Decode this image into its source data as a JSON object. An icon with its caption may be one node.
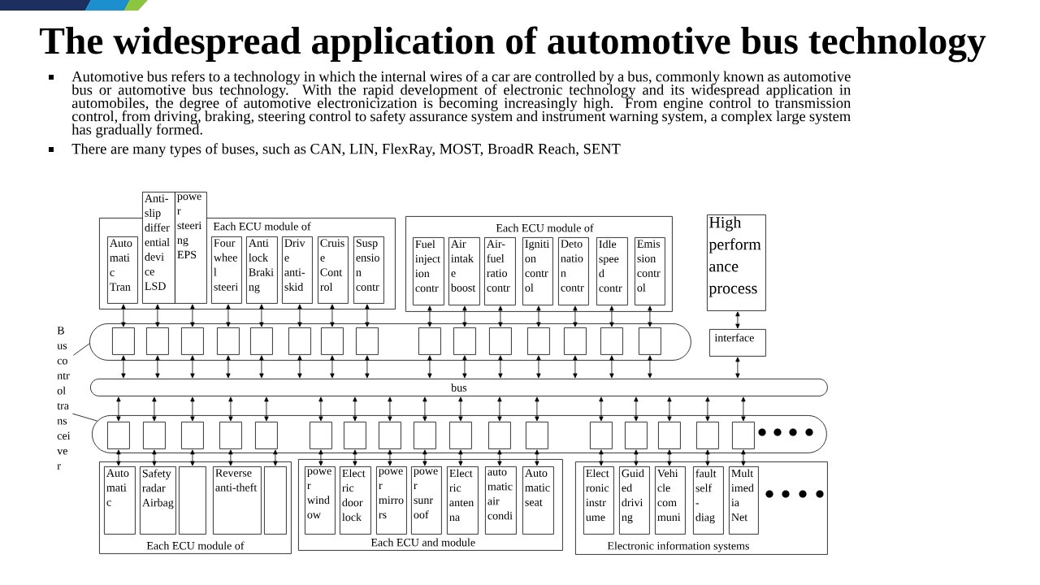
{
  "diagram": {
    "title": "The widespread application of automotive bus technology",
    "nodes": [
      {
        "text": [
          "Each ECU module of"
        ]
      },
      {
        "text": [
          "Auto mati c Tran"
        ],
        "in": 0
      },
      {
        "text": [
          "Anti- slip differ ential devi ce LSD"
        ]
      },
      {
        "text": [
          "powe r steeri ng EPS"
        ]
      },
      {
        "text": [
          "Four whee l steeri"
        ],
        "in": 0
      },
      {
        "text": [
          "Anti lock Braki ng"
        ],
        "in": 0
      },
      {
        "text": [
          "Driv e anti- skid"
        ],
        "in": 0
      },
      {
        "text": [
          "Cruis e Cont rol"
        ],
        "in": 0
      },
      {
        "text": [
          "Susp ensio n contr"
        ],
        "in": 0
      },
      {
        "text": [
          "Each ECU module of"
        ]
      },
      {
        "text": [
          "Fuel inject ion contr"
        ],
        "in": 9
      },
      {
        "text": [
          "Air intak e boost"
        ],
        "in": 9
      },
      {
        "text": [
          "Air- fuel ratio contr"
        ],
        "in": 9
      },
      {
        "text": [
          "Igniti on contr ol"
        ],
        "in": 9
      },
      {
        "text": [
          "Deto natio n contr"
        ],
        "in": 9
      },
      {
        "text": [
          "Idle spee d contr"
        ],
        "in": 9
      },
      {
        "text": [
          "Emis sion contr ol"
        ],
        "in": 9
      },
      {
        "text": [
          "High perform ance process"
        ]
      },
      {
        "text": [],
        "shape": "band"
      },
      {
        "text": [],
        "shape": "box",
        "in": 18
      },
      {
        "text": [],
        "shape": "box",
        "in": 18
      },
      {
        "text": [],
        "shape": "box",
        "in": 18
      },
      {
        "text": [],
        "shape": "box",
        "in": 18
      },
      {
        "text": [],
        "shape": "box",
        "in": 18
      },
      {
        "text": [],
        "shape": "box",
        "in": 18
      },
      {
        "text": [],
        "shape": "box",
        "in": 18
      },
      {
        "text": [],
        "shape": "box",
        "in": 18
      },
      {
        "text": [],
        "shape": "box",
        "in": 18
      },
      {
        "text": [],
        "shape": "box",
        "in": 18
      },
      {
        "text": [],
        "shape": "box",
        "in": 18
      },
      {
        "text": [],
        "shape": "box",
        "in": 18
      },
      {
        "text": [],
        "shape": "box",
        "in": 18
      },
      {
        "text": [],
        "shape": "box",
        "in": 18
      },
      {
        "text": [],
        "shape": "box",
        "in": 18
      },
      {
        "text": [
          "interface"
        ]
      },
      {
        "text": [
          "bus"
        ]
      },
      {
        "text": [
          "B us co ntr ol tra ns cei ve r"
        ]
      },
      {
        "text": [],
        "shape": "band"
      },
      {
        "text": [],
        "shape": "box",
        "in": 37
      },
      {
        "text": [],
        "shape": "box",
        "in": 37
      },
      {
        "text": [],
        "shape": "box",
        "in": 37
      },
      {
        "text": [],
        "shape": "box",
        "in": 37
      },
      {
        "text": [],
        "shape": "box",
        "in": 37
      },
      {
        "text": [],
        "shape": "box",
        "in": 37
      },
      {
        "text": [],
        "shape": "box",
        "in": 37
      },
      {
        "text": [],
        "shape": "box",
        "in": 37
      },
      {
        "text": [],
        "shape": "box",
        "in": 37
      },
      {
        "text": [],
        "shape": "box",
        "in": 37
      },
      {
        "text": [],
        "shape": "box",
        "in": 37
      },
      {
        "text": [],
        "shape": "box",
        "in": 37
      },
      {
        "text": [],
        "shape": "box",
        "in": 37
      },
      {
        "text": [],
        "shape": "box",
        "in": 37
      },
      {
        "text": [],
        "shape": "box",
        "in": 37
      },
      {
        "text": [],
        "shape": "box",
        "in": 37
      },
      {
        "text": [],
        "shape": "box",
        "in": 37
      },
      {
        "text": [
          "Each ECU module of"
        ]
      },
      {
        "text": [
          "Auto mati c"
        ],
        "in": 55
      },
      {
        "text": [
          "Safety radar Airbag"
        ],
        "in": 55
      },
      {
        "text": [],
        "shape": "box",
        "in": 55
      },
      {
        "text": [
          "Reverse anti-theft"
        ],
        "in": 55
      },
      {
        "text": [],
        "shape": "box",
        "in": 55
      },
      {
        "text": [
          "Each ECU and module"
        ]
      },
      {
        "text": [
          "powe r wind ow"
        ],
        "in": 61
      },
      {
        "text": [
          "Elect ric door lock"
        ],
        "in": 61
      },
      {
        "text": [
          "powe r mirro rs"
        ],
        "in": 61
      },
      {
        "text": [
          "powe r sunr oof"
        ],
        "in": 61
      },
      {
        "text": [
          "Elect ric anten na"
        ],
        "in": 61
      },
      {
        "text": [
          "auto matic air condi"
        ],
        "in": 61
      },
      {
        "text": [
          "Auto matic seat"
        ],
        "in": 61
      },
      {
        "text": [
          "Electronic information systems"
        ]
      },
      {
        "text": [
          "Elect ronic instr ume"
        ],
        "in": 69
      },
      {
        "text": [
          "Guid ed drivi ng"
        ],
        "in": 69
      },
      {
        "text": [
          "Vehi cle com muni"
        ],
        "in": 69
      },
      {
        "text": [
          "fault self - diag"
        ],
        "in": 69
      },
      {
        "text": [
          "Mult imed ia Net"
        ],
        "in": 69
      }
    ],
    "edges": [
      {
        "from": 1,
        "to": 19,
        "arrow": "both"
      },
      {
        "from": 2,
        "to": 20,
        "arrow": "both"
      },
      {
        "from": 3,
        "to": 21,
        "arrow": "both"
      },
      {
        "from": 4,
        "to": 22,
        "arrow": "both"
      },
      {
        "from": 5,
        "to": 23,
        "arrow": "both"
      },
      {
        "from": 6,
        "to": 24,
        "arrow": "both"
      },
      {
        "from": 7,
        "to": 25,
        "arrow": "both"
      },
      {
        "from": 8,
        "to": 26,
        "arrow": "both"
      },
      {
        "from": 10,
        "to": 27,
        "arrow": "both"
      },
      {
        "from": 11,
        "to": 28,
        "arrow": "both"
      },
      {
        "from": 12,
        "to": 29,
        "arrow": "both"
      },
      {
        "from": 13,
        "to": 30,
        "arrow": "both"
      },
      {
        "from": 14,
        "to": 31,
        "arrow": "both"
      },
      {
        "from": 15,
        "to": 32,
        "arrow": "both"
      },
      {
        "from": 16,
        "to": 33,
        "arrow": "both"
      },
      {
        "from": 19,
        "to": 35,
        "arrow": "both"
      },
      {
        "from": 20,
        "to": 35,
        "arrow": "both"
      },
      {
        "from": 21,
        "to": 35,
        "arrow": "both"
      },
      {
        "from": 22,
        "to": 35,
        "arrow": "both"
      },
      {
        "from": 23,
        "to": 35,
        "arrow": "both"
      },
      {
        "from": 24,
        "to": 35,
        "arrow": "both"
      },
      {
        "from": 25,
        "to": 35,
        "arrow": "both"
      },
      {
        "from": 26,
        "to": 35,
        "arrow": "both"
      },
      {
        "from": 27,
        "to": 35,
        "arrow": "both"
      },
      {
        "from": 28,
        "to": 35,
        "arrow": "both"
      },
      {
        "from": 29,
        "to": 35,
        "arrow": "both"
      },
      {
        "from": 30,
        "to": 35,
        "arrow": "both"
      },
      {
        "from": 31,
        "to": 35,
        "arrow": "both"
      },
      {
        "from": 32,
        "to": 35,
        "arrow": "both"
      },
      {
        "from": 33,
        "to": 35,
        "arrow": "both"
      },
      {
        "from": 17,
        "to": 34,
        "arrow": "both"
      },
      {
        "from": 34,
        "to": 35,
        "arrow": "both"
      },
      {
        "from": 35,
        "to": 38,
        "arrow": "both"
      },
      {
        "from": 35,
        "to": 39,
        "arrow": "both"
      },
      {
        "from": 35,
        "to": 40,
        "arrow": "both"
      },
      {
        "from": 35,
        "to": 41,
        "arrow": "both"
      },
      {
        "from": 35,
        "to": 42,
        "arrow": "both"
      },
      {
        "from": 35,
        "to": 43,
        "arrow": "both"
      },
      {
        "from": 35,
        "to": 44,
        "arrow": "both"
      },
      {
        "from": 35,
        "to": 45,
        "arrow": "both"
      },
      {
        "from": 35,
        "to": 46,
        "arrow": "both"
      },
      {
        "from": 35,
        "to": 47,
        "arrow": "both"
      },
      {
        "from": 35,
        "to": 48,
        "arrow": "both"
      },
      {
        "from": 35,
        "to": 49,
        "arrow": "both"
      },
      {
        "from": 35,
        "to": 50,
        "arrow": "both"
      },
      {
        "from": 35,
        "to": 51,
        "arrow": "both"
      },
      {
        "from": 35,
        "to": 52,
        "arrow": "both"
      },
      {
        "from": 35,
        "to": 53,
        "arrow": "both"
      },
      {
        "from": 35,
        "to": 54,
        "arrow": "both"
      },
      {
        "from": 38,
        "to": 56,
        "arrow": "both"
      },
      {
        "from": 39,
        "to": 57,
        "arrow": "both"
      },
      {
        "from": 40,
        "to": 58,
        "arrow": "both"
      },
      {
        "from": 41,
        "to": 59,
        "arrow": "both"
      },
      {
        "from": 42,
        "to": 60,
        "arrow": "both"
      },
      {
        "from": 43,
        "to": 62,
        "arrow": "both"
      },
      {
        "from": 44,
        "to": 63,
        "arrow": "both"
      },
      {
        "from": 45,
        "to": 64,
        "arrow": "both"
      },
      {
        "from": 46,
        "to": 65,
        "arrow": "both"
      },
      {
        "from": 47,
        "to": 66,
        "arrow": "both"
      },
      {
        "from": 48,
        "to": 67,
        "arrow": "both"
      },
      {
        "from": 49,
        "to": 68,
        "arrow": "both"
      },
      {
        "from": 50,
        "to": 70,
        "arrow": "both"
      },
      {
        "from": 51,
        "to": 71,
        "arrow": "both"
      },
      {
        "from": 52,
        "to": 72,
        "arrow": "both"
      },
      {
        "from": 53,
        "to": 73,
        "arrow": "both"
      },
      {
        "from": 54,
        "to": 74,
        "arrow": "both"
      },
      {
        "from": 36,
        "to": 18,
        "arrow": "none"
      },
      {
        "from": 36,
        "to": 37,
        "arrow": "none"
      }
    ],
    "labels": [
      "Automotive bus refers to a technology in which the internal wires of a car are controlled by a bus, commonly known as automotive bus or automotive bus technology. With the rapid development of electronic technology and its widespread application in automobiles, the degree of automotive electronicization is becoming increasingly high. From engine control to transmission control, from driving, braking, steering control to safety assurance system and instrument warning system, a complex large system has gradually formed.",
      "There are many types of buses, such as CAN, LIN, FlexRay, MOST, BroadR Reach, SENT"
    ]
  }
}
